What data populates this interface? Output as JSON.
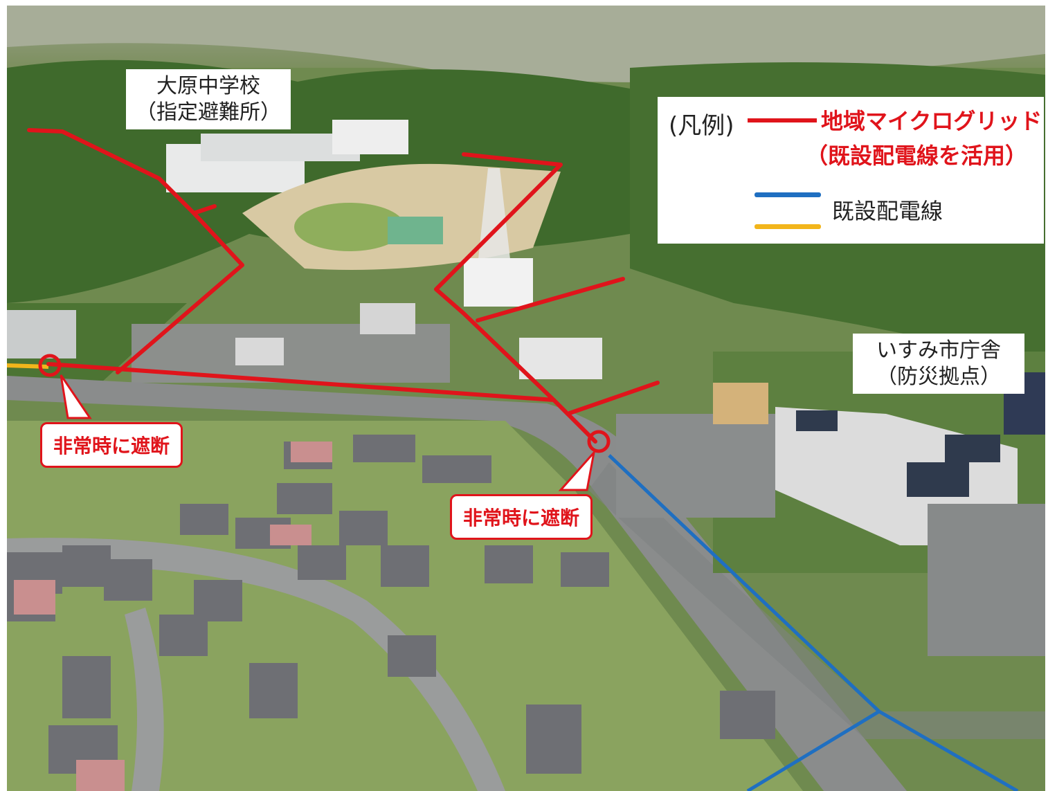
{
  "labels": {
    "school_line1": "大原中学校",
    "school_line2": "（指定避難所）",
    "cityhall_line1": "いすみ市庁舎",
    "cityhall_line2": "（防災拠点）"
  },
  "callouts": {
    "emergency_cutoff": "非常時に遮断"
  },
  "legend": {
    "title": "(凡例)",
    "microgrid_line1": "地域マイクログリッド",
    "microgrid_line2": "（既設配電線を活用）",
    "existing_line": "既設配電線"
  },
  "colors": {
    "microgrid": "#e0141b",
    "existing_blue": "#1f6fc1",
    "existing_yellow": "#f2b51b"
  }
}
